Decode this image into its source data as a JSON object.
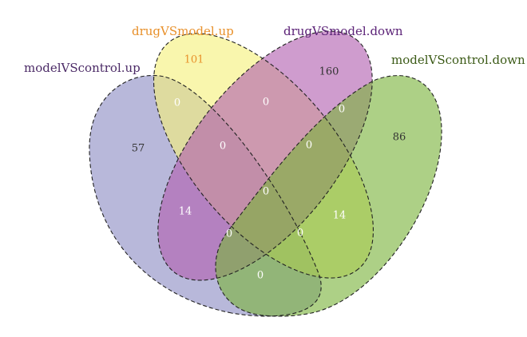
{
  "sets": [
    {
      "key": "A",
      "name": "modelVScontrol.up",
      "fill": "#8c8cc4",
      "label_color": "#4b2a66"
    },
    {
      "key": "B",
      "name": "drugVSmodel.up",
      "fill": "#f6f07a",
      "label_color": "#e8902a"
    },
    {
      "key": "C",
      "name": "drugVSmodel.down",
      "fill": "#b25fb0",
      "label_color": "#5b2277"
    },
    {
      "key": "D",
      "name": "modelVScontrol.down",
      "fill": "#7bb33c",
      "label_color": "#3b5a16"
    }
  ],
  "regions": [
    {
      "sets": "A",
      "count": "57",
      "color": "#333333"
    },
    {
      "sets": "B",
      "count": "101",
      "color": "#e8902a"
    },
    {
      "sets": "C",
      "count": "160",
      "color": "#333333"
    },
    {
      "sets": "D",
      "count": "86",
      "color": "#333333"
    },
    {
      "sets": "AB",
      "count": "0",
      "color": "#ffffff"
    },
    {
      "sets": "BC",
      "count": "0",
      "color": "#ffffff"
    },
    {
      "sets": "CD",
      "count": "0",
      "color": "#ffffff"
    },
    {
      "sets": "ABC",
      "count": "0",
      "color": "#ffffff"
    },
    {
      "sets": "BCD",
      "count": "0",
      "color": "#ffffff"
    },
    {
      "sets": "ABCD",
      "count": "0",
      "color": "#ffffff"
    },
    {
      "sets": "AC",
      "count": "14",
      "color": "#ffffff"
    },
    {
      "sets": "BD",
      "count": "14",
      "color": "#ffffff"
    },
    {
      "sets": "ACD",
      "count": "0",
      "color": "#ffffff"
    },
    {
      "sets": "ABD",
      "count": "0",
      "color": "#ffffff"
    },
    {
      "sets": "AD",
      "count": "0",
      "color": "#ffffff"
    }
  ]
}
